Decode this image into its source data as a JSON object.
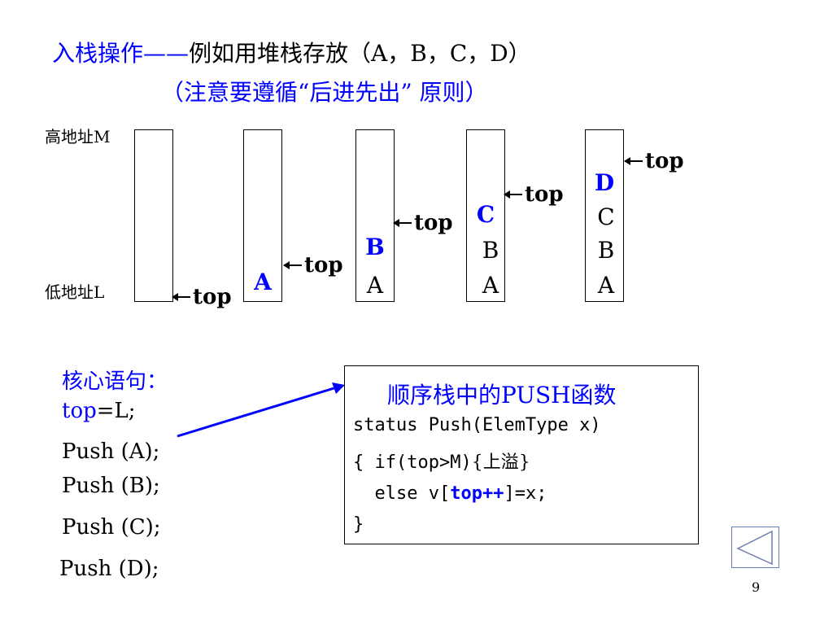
{
  "title": {
    "blue_part": "入栈操作——",
    "black_part": "例如用堆栈存放（A，B，C，D）",
    "subtitle": "（注意要遵循“后进先出” 原则）"
  },
  "diagram": {
    "high_address": "高地址M",
    "low_address": "低地址L",
    "pointer_label": "top",
    "stacks": [
      {
        "new": "",
        "below": []
      },
      {
        "new": "A",
        "below": []
      },
      {
        "new": "B",
        "below": [
          "A"
        ]
      },
      {
        "new": "C",
        "below": [
          "B",
          "A"
        ]
      },
      {
        "new": "D",
        "below": [
          "C",
          "B",
          "A"
        ]
      }
    ]
  },
  "core": {
    "heading": "核心语句：",
    "init_var": "top",
    "init_rest": "=L;",
    "calls": [
      "Push (A);",
      "Push (B);",
      "Push (C);",
      "Push (D);"
    ]
  },
  "code": {
    "title": "顺序栈中的PUSH函数",
    "line1": "status Push(ElemType x)",
    "line2_a": "{ if(top>M)",
    "line2_b": "{上溢}",
    "line3_a": "  else v[",
    "line3_b": "top++",
    "line3_c": "]=x;",
    "line4": "}"
  },
  "page_number": "9",
  "colors": {
    "accent": "#0000ff",
    "nav_border": "#6b7cb0"
  },
  "icons": {
    "nav": "triangle-left-icon"
  }
}
